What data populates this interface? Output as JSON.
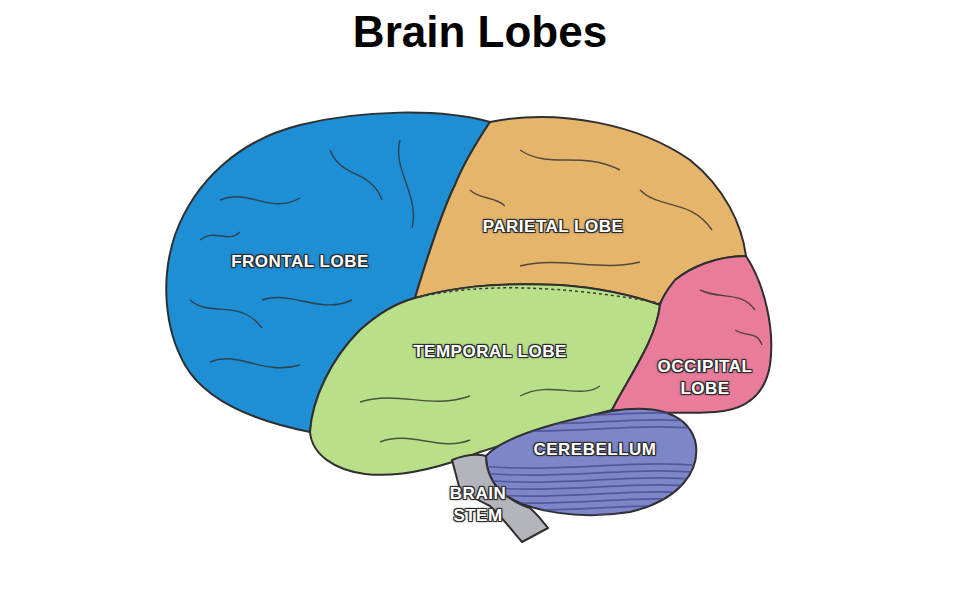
{
  "diagram": {
    "title": "Brain Lobes",
    "nodes": [
      {
        "text": [
          "FRONTAL LOBE"
        ]
      },
      {
        "text": [
          "PARIETAL LOBE"
        ]
      },
      {
        "text": [
          "TEMPORAL LOBE"
        ]
      },
      {
        "text": [
          "OCCIPITAL LOBE"
        ]
      },
      {
        "text": [
          "CEREBELLUM"
        ]
      },
      {
        "text": [
          "BRAIN STEM"
        ]
      }
    ]
  }
}
